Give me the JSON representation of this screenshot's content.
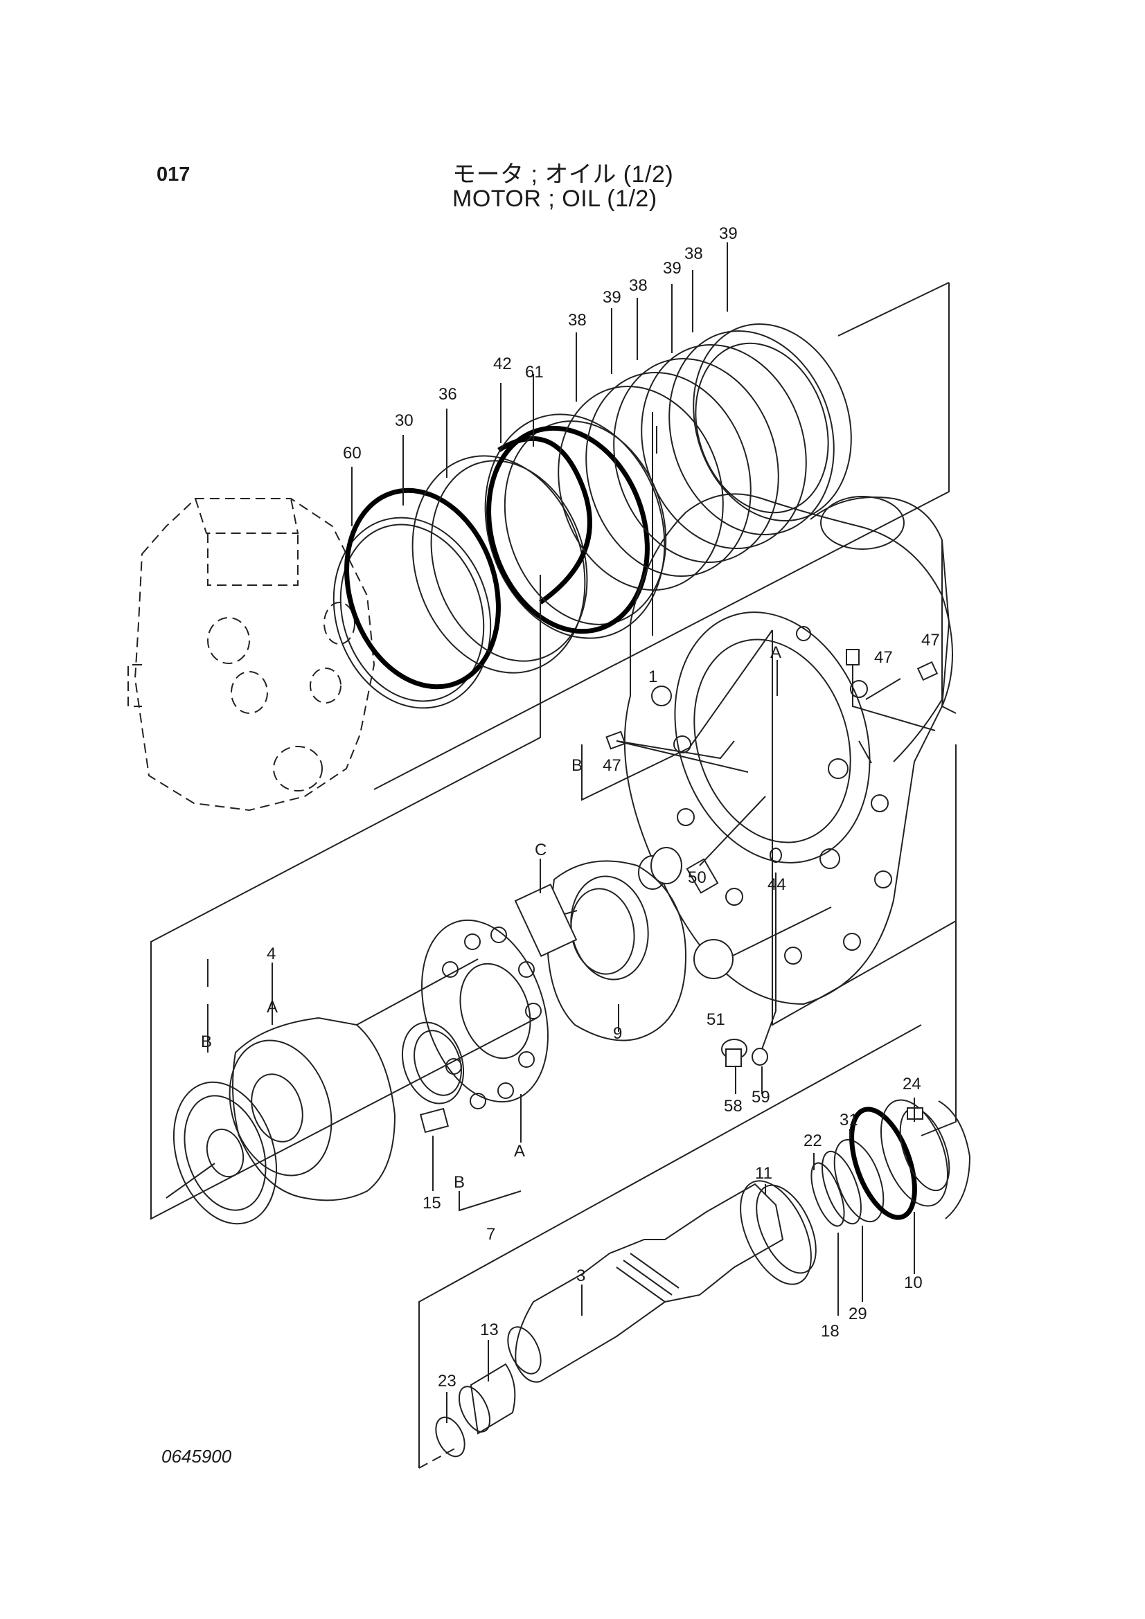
{
  "page_number": "017",
  "title_jp": "モータ ; オイル (1/2)",
  "title_en": "MOTOR ; OIL (1/2)",
  "drawing_number": "0645900",
  "callouts": {
    "c60": "60",
    "c30": "30",
    "c36": "36",
    "c42": "42",
    "c61": "61",
    "c38a": "38",
    "c39a": "39",
    "c38b": "38",
    "c39b": "39",
    "c38c": "38",
    "c39c": "39",
    "c47a": "47",
    "c47b": "47",
    "c47c": "47",
    "c1": "1",
    "cA1": "A",
    "cB1": "B",
    "cC": "C",
    "c50": "50",
    "c44": "44",
    "c51": "51",
    "c4": "4",
    "cA2": "A",
    "cB2": "B",
    "c9": "9",
    "c58": "58",
    "c59": "59",
    "c15": "15",
    "cB3": "B",
    "cA3": "A",
    "c7": "7",
    "c24": "24",
    "c31": "31",
    "c22": "22",
    "c11": "11",
    "c10": "10",
    "c29": "29",
    "c18": "18",
    "c3": "3",
    "c13": "13",
    "c23": "23"
  }
}
